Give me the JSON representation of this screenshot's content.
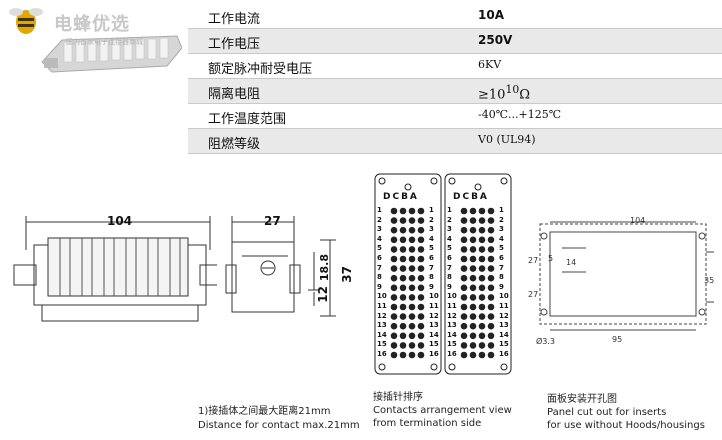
{
  "logo": {
    "brand": "电蜂优选",
    "subtitle": "国内首家电子连接器商城"
  },
  "spec_rows": [
    {
      "label": "工作电流",
      "value": "10A"
    },
    {
      "label": "工作电压",
      "value": "250V"
    },
    {
      "label": "额定脉冲耐受电压",
      "value": "6KV"
    },
    {
      "label": "隔离电阻",
      "value": "≥10",
      "sup": "10",
      "unit": "Ω"
    },
    {
      "label": "工作温度范围",
      "value": "-40℃...+125℃"
    },
    {
      "label": "阻燃等级",
      "value": "V0 (UL94)"
    }
  ],
  "drawing_side": {
    "width": "104"
  },
  "drawing_front": {
    "width": "27",
    "h1": "18.8",
    "h2": "37",
    "h3": "12"
  },
  "pinout": {
    "header": "DCBA",
    "rows": [
      "1",
      "2",
      "3",
      "4",
      "5",
      "6",
      "7",
      "8",
      "9",
      "10",
      "11",
      "12",
      "13",
      "14",
      "15",
      "16"
    ]
  },
  "panel": {
    "top": "104",
    "bottom": "95",
    "left1": "27",
    "left2": "27",
    "inner1": "5",
    "inner2": "14",
    "right1": "35",
    "hole": "Ø3.3"
  },
  "captions": {
    "left_cn": "1)接插体之间最大距离21mm",
    "left_en": "Distance for contact max.21mm",
    "mid_cn": "接插针排序",
    "mid_en1": "Contacts arrangement view",
    "mid_en2": "from termination side",
    "right_cn": "面板安装开孔图",
    "right_en1": "Panel cut out for inserts",
    "right_en2": "for use without Hoods/housings"
  }
}
